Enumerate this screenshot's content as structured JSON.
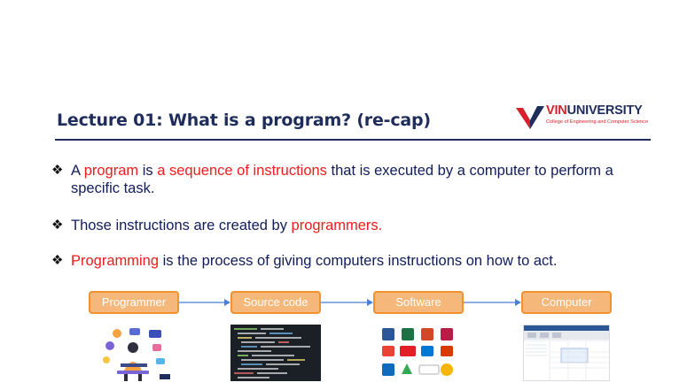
{
  "slide": {
    "title": "Lecture 01: What is a program? (re-cap)",
    "logo": {
      "name_part1": "VIN",
      "name_part2": "UNIVERSITY",
      "subtitle": "College of Engineering and Computer Science"
    },
    "bullets": [
      {
        "mark": "❖",
        "runs": [
          {
            "text": "A ",
            "red": false
          },
          {
            "text": "program",
            "red": true
          },
          {
            "text": " is ",
            "red": false
          },
          {
            "text": "a sequence of instructions",
            "red": true
          },
          {
            "text": " that is executed by a computer to perform a specific task.",
            "red": false
          }
        ]
      },
      {
        "mark": "❖",
        "runs": [
          {
            "text": "Those instructions are created by ",
            "red": false
          },
          {
            "text": "programmers.",
            "red": true
          }
        ]
      },
      {
        "mark": "❖",
        "runs": [
          {
            "text": "Programming",
            "red": true
          },
          {
            "text": " is the process of giving computers instructions on how to act.",
            "red": false
          }
        ]
      }
    ],
    "flow": [
      "Programmer",
      "Source code",
      "Software",
      "Computer"
    ],
    "thumbnails": [
      {
        "icon": "programmer-illustration-icon"
      },
      {
        "icon": "source-code-screenshot-icon"
      },
      {
        "icon": "software-apps-grid-icon"
      },
      {
        "icon": "computer-spreadsheet-screenshot-icon"
      }
    ],
    "colors": {
      "title": "#1f2d5c",
      "accent_red": "#ee1c1c",
      "box_fill": "#f5b87a",
      "box_border": "#f0922f",
      "arrow": "#4a7fd6"
    }
  }
}
